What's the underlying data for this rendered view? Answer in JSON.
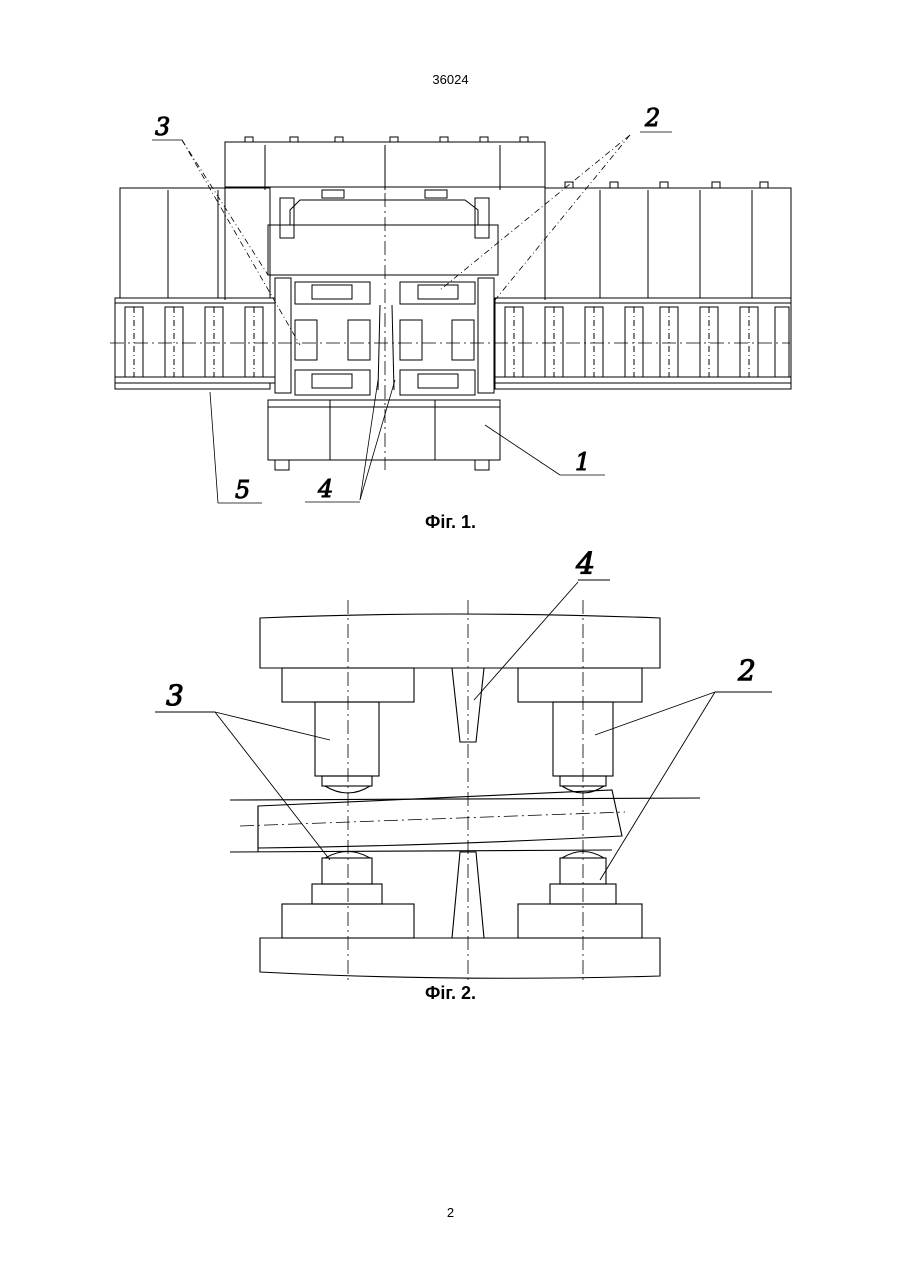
{
  "header": {
    "doc_number": "36024"
  },
  "figures": [
    {
      "caption": "Фіг. 1.",
      "labels": {
        "l1": "1",
        "l2": "2",
        "l3": "3",
        "l4": "4",
        "l5": "5"
      }
    },
    {
      "caption": "Фіг. 2.",
      "labels": {
        "l2": "2",
        "l3": "3",
        "l4": "4"
      }
    }
  ],
  "footer": {
    "page_number": "2"
  }
}
